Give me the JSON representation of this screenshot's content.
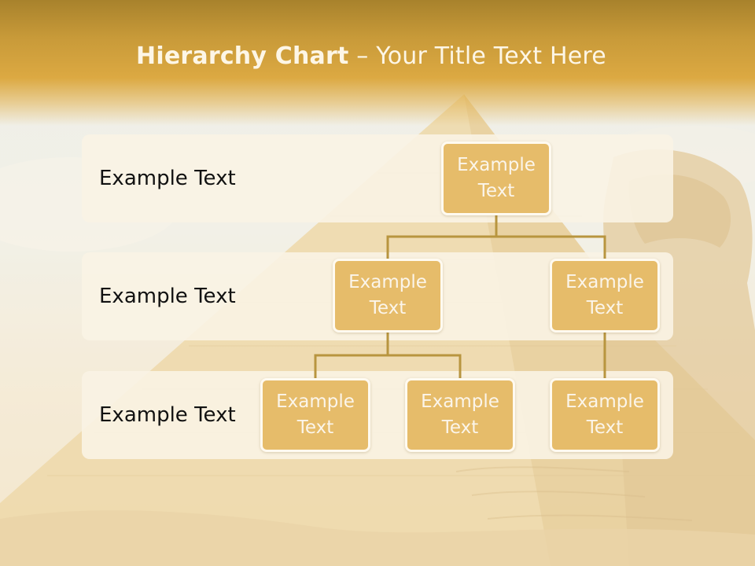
{
  "slide": {
    "title_bold": "Hierarchy Chart",
    "title_rest": " – Your Title Text Here"
  },
  "levels": [
    {
      "label": "Example Text"
    },
    {
      "label": "Example Text"
    },
    {
      "label": "Example Text"
    }
  ],
  "nodes": {
    "root": "Example Text",
    "level2_left": "Example Text",
    "level2_right": "Example Text",
    "level3_left": "Example Text",
    "level3_middle": "Example Text",
    "level3_right": "Example Text"
  },
  "colors": {
    "header": "#dca942",
    "node_fill": "#e6bc6a",
    "node_border": "#fffaf0",
    "connector": "#b8953f",
    "band": "#faf3e4"
  }
}
